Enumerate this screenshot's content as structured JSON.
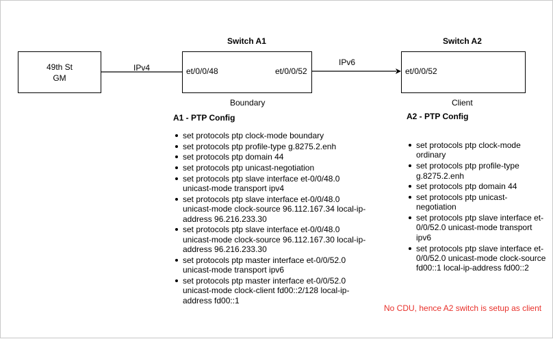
{
  "nodes": {
    "gm": {
      "label": "49th St\nGM"
    },
    "a1": {
      "title": "Switch A1",
      "port_left": "et/0/0/48",
      "port_right": "et/0/0/52",
      "role": "Boundary"
    },
    "a2": {
      "title": "Switch A2",
      "port_left": "et/0/0/52",
      "role": "Client"
    }
  },
  "links": {
    "gm_a1": "IPv4",
    "a1_a2": "IPv6"
  },
  "config_a1": {
    "title": "A1 - PTP Config",
    "lines": [
      "set protocols ptp clock-mode boundary",
      "set protocols ptp profile-type g.8275.2.enh",
      "set protocols ptp domain 44",
      "set protocols ptp unicast-negotiation",
      "set protocols ptp slave interface et-0/0/48.0 unicast-mode transport ipv4",
      "set protocols ptp slave interface et-0/0/48.0 unicast-mode clock-source 96.112.167.34 local-ip-address 96.216.233.30",
      "set protocols ptp slave interface et-0/0/48.0 unicast-mode clock-source 96.112.167.30 local-ip-address 96.216.233.30",
      "set protocols ptp master interface et-0/0/52.0 unicast-mode transport ipv6",
      "set protocols ptp master interface et-0/0/52.0 unicast-mode clock-client fd00::2/128 local-ip-address fd00::1"
    ]
  },
  "config_a2": {
    "title": "A2 - PTP Config",
    "lines": [
      "set protocols ptp clock-mode ordinary",
      "set protocols ptp profile-type g.8275.2.enh",
      "set protocols ptp domain 44",
      "set protocols ptp unicast-negotiation",
      "set protocols ptp slave interface et-0/0/52.0 unicast-mode transport ipv6",
      "set protocols ptp slave interface et-0/0/52.0 unicast-mode clock-source fd00::1 local-ip-address fd00::2"
    ]
  },
  "note": "No CDU, hence A2 switch is setup as client",
  "colors": {
    "note": "#e8302a",
    "stroke": "#000000"
  }
}
